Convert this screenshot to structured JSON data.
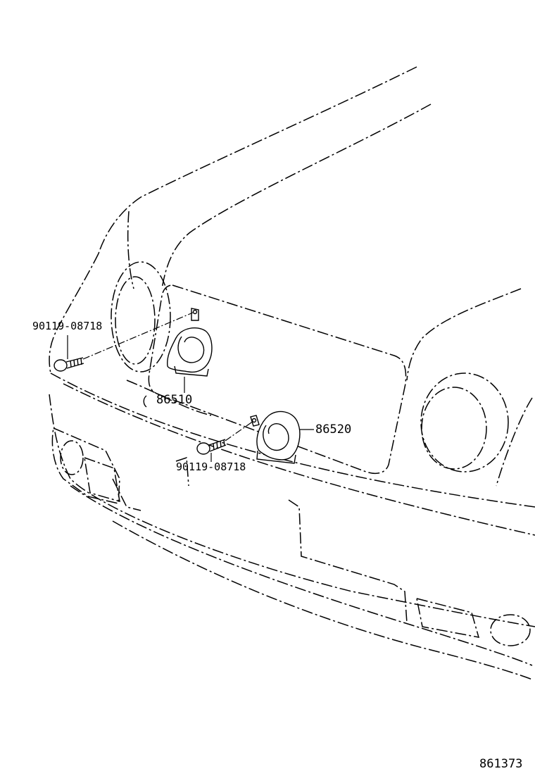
{
  "parts": {
    "bolt_upper": {
      "number": "90119-08718"
    },
    "bolt_lower": {
      "number": "90119-08718"
    },
    "horn_low": {
      "number": "86510"
    },
    "horn_high": {
      "number": "86520"
    }
  },
  "figure_ref": "861373"
}
